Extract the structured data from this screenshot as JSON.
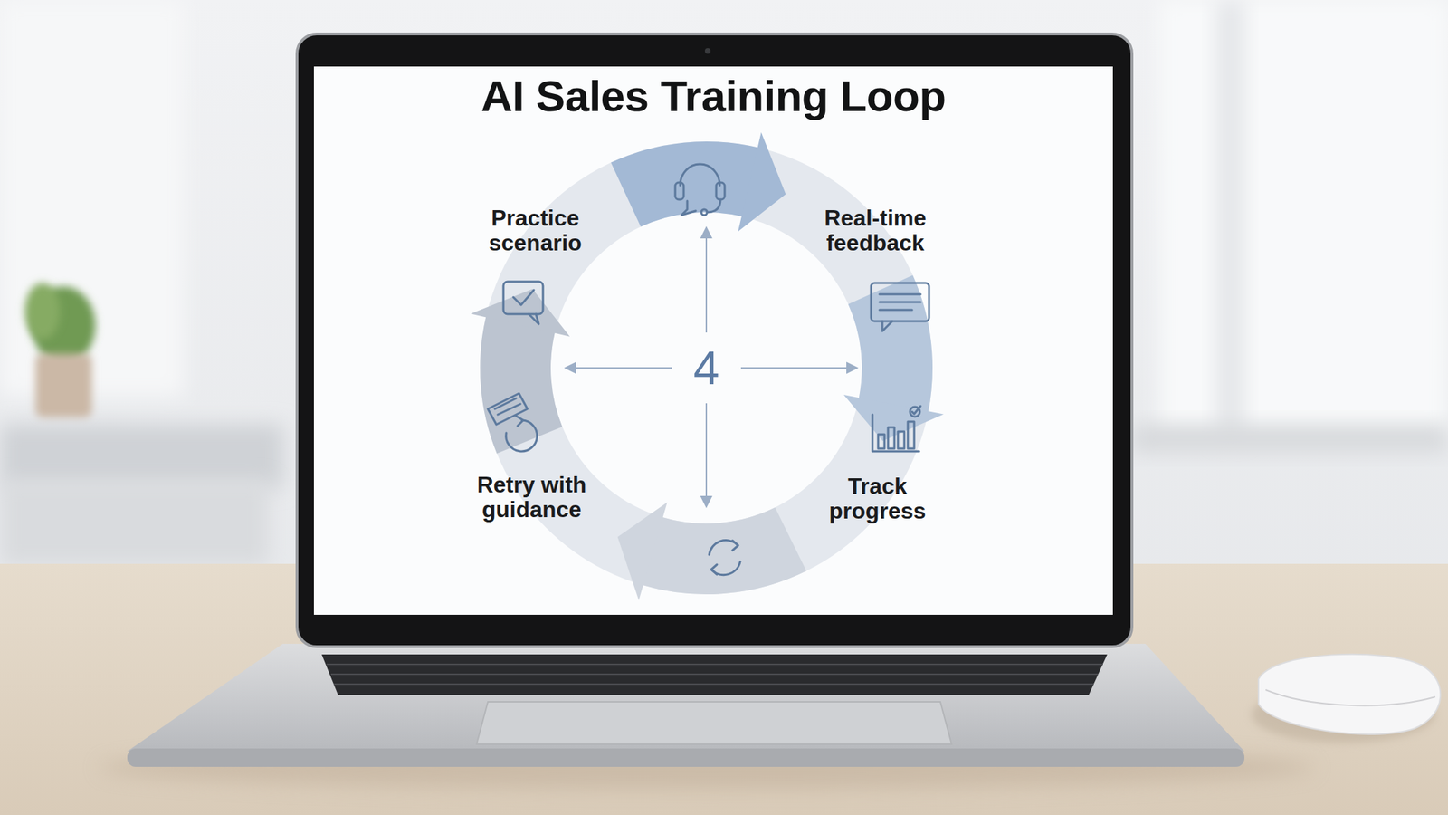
{
  "diagram": {
    "title": "AI Sales Training Loop",
    "nodes": [
      {
        "text": [
          "Practice scenario"
        ]
      },
      {
        "text": [
          "Real-time feedback"
        ]
      },
      {
        "text": [
          "Track progress"
        ]
      },
      {
        "text": [
          "Retry with guidance"
        ]
      }
    ],
    "edges": [
      {
        "from": 0,
        "to": 1,
        "arrow": "to"
      },
      {
        "from": 1,
        "to": 2,
        "arrow": "to"
      },
      {
        "from": 2,
        "to": 3,
        "arrow": "to"
      },
      {
        "from": 3,
        "to": 0,
        "arrow": "to"
      }
    ],
    "labels": [
      "4"
    ]
  }
}
